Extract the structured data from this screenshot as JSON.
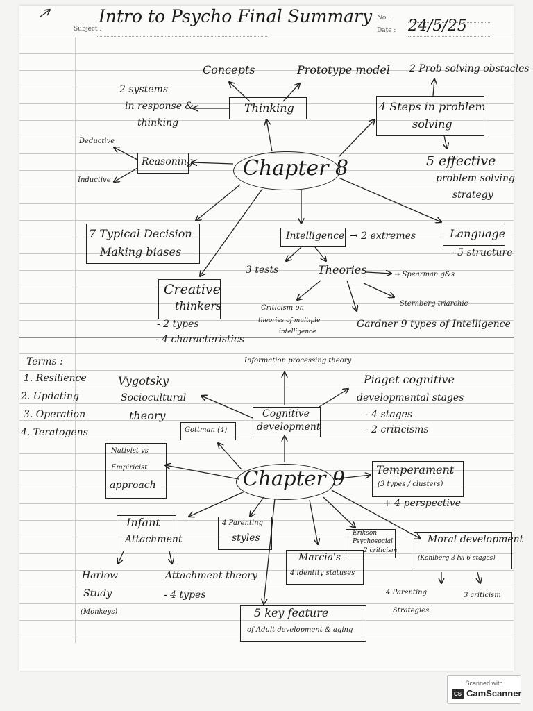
{
  "header": {
    "subject_label": "Subject :",
    "title": "Intro to Psycho Final Summary",
    "no_label": "No :",
    "date_label": "Date :",
    "date_value": "24/5/25"
  },
  "chapter8": {
    "center": "Chapter 8",
    "thinking": "Thinking",
    "concepts": "Concepts",
    "prototype_model": "Prototype model",
    "two_systems": [
      "2 systems",
      "in response &",
      "thinking"
    ],
    "prob_obstacles": "2 Prob solving obstacles",
    "four_steps": [
      "4 Steps in problem",
      "solving"
    ],
    "five_effective": [
      "5 effective",
      "problem solving",
      "strategy"
    ],
    "reasoning": "Reasoning",
    "deductive": "Deductive",
    "inductive": "Inductive",
    "decision_biases": [
      "7 Typical Decision",
      "Making biases"
    ],
    "intelligence": "Intelligence",
    "two_extremes": "→ 2 extremes",
    "language": "Language",
    "five_structure": "- 5 structure",
    "three_tests": "3 tests",
    "theories": "Theories",
    "spearman": "→ Spearman g&s",
    "sternberg": "Sternberg triarchic",
    "criticism": [
      "Criticism on",
      "theories of multiple",
      "intelligence"
    ],
    "gardner": "Gardner 9 types of Intelligence",
    "creative": [
      "Creative",
      "thinkers"
    ],
    "two_types": "- 2 types",
    "four_characteristics": "- 4 characteristics"
  },
  "terms": {
    "heading": "Terms :",
    "items": [
      "1. Resilience",
      "2. Updating",
      "3. Operation",
      "4. Teratogens"
    ]
  },
  "chapter9": {
    "center": "Chapter 9",
    "info_processing": "Information processing theory",
    "cognitive_dev": [
      "Cognitive",
      "development"
    ],
    "vygotsky": [
      "Vygotsky",
      "Sociocultural",
      "theory"
    ],
    "piaget": [
      "Piaget cognitive",
      "developmental stages"
    ],
    "four_stages": "- 4 stages",
    "two_criticisms": "- 2 criticisms",
    "gottman": "Gottman (4)",
    "nativist": [
      "Nativist vs",
      "Empiricist",
      "approach"
    ],
    "temperament": [
      "Temperament",
      "(3 types / clusters)"
    ],
    "four_perspective": "+ 4 perspective",
    "infant_attachment": [
      "Infant",
      "Attachment"
    ],
    "four_parenting_styles": [
      "4 Parenting",
      "styles"
    ],
    "erikson": [
      "Erikson",
      "Psychosocial",
      "- 2 criticism"
    ],
    "moral_dev": [
      "Moral development",
      "(Kohlberg 3 lvl 6 stages)"
    ],
    "marcia": [
      "Marcia's",
      "4 identity statuses"
    ],
    "harlow": [
      "Harlow",
      "Study",
      "(Monkeys)"
    ],
    "attachment_theory": "Attachment theory",
    "four_types": "- 4 types",
    "four_parenting_strategies": [
      "4 Parenting",
      "Strategies"
    ],
    "three_criticism": "3 criticism",
    "five_key_feature": [
      "5 key feature",
      "of Adult development & aging"
    ]
  },
  "watermark": {
    "line1": "Scanned with",
    "logo": "CS",
    "line2": "CamScanner"
  }
}
